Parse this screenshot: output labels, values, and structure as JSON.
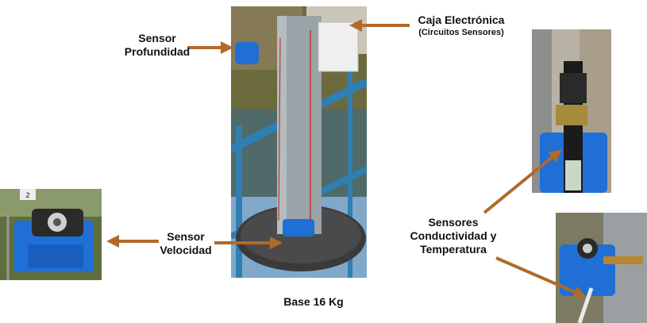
{
  "labels": {
    "sensor_profundidad": [
      "Sensor",
      "Profundidad"
    ],
    "caja_electronica": "Caja Electrónica",
    "caja_sub": "(Circuitos Sensores)",
    "sensor_velocidad": [
      "Sensor",
      "Velocidad"
    ],
    "base": "Base 16 Kg",
    "sensores_cond_temp": [
      "Sensores",
      "Conductividad y",
      "Temperatura"
    ],
    "sign_number": "2"
  },
  "colors": {
    "arrow": "#b06a2a",
    "pvc_pipe": "#9aa3a8",
    "rail_blue": "#2f7fb5",
    "sensor_blue": "#1f6fd6",
    "base_disc": "#3a3a3a",
    "vegetation": "#6b6a3d"
  },
  "photos": [
    "main-station-photo",
    "velocity-sensor-photo",
    "conductivity-sensor-photo-top",
    "conductivity-sensor-photo-bottom"
  ]
}
